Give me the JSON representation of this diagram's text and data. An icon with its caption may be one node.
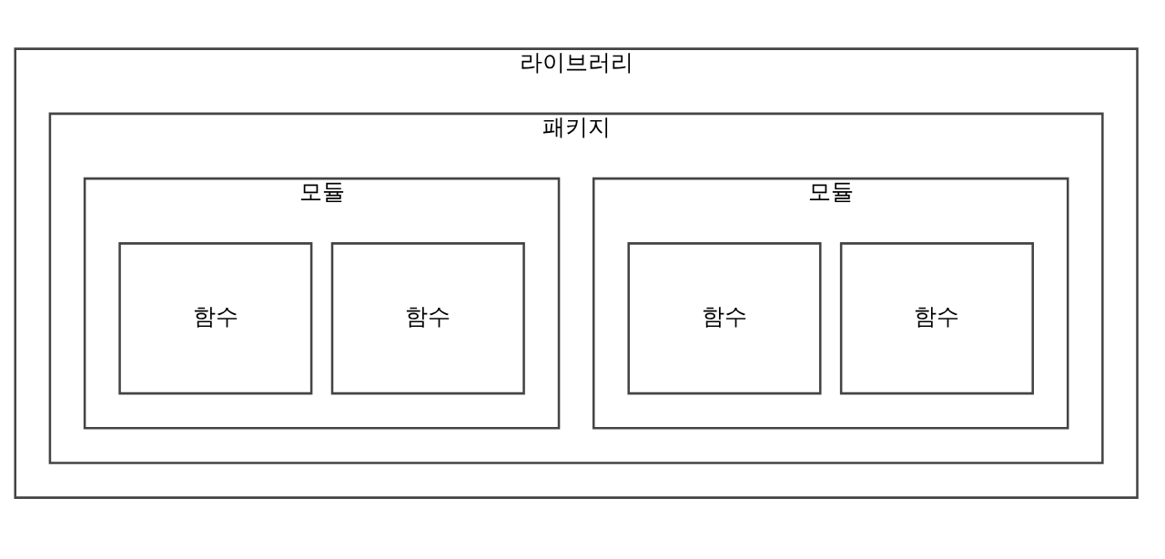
{
  "diagram": {
    "nodes": [
      {
        "text": [
          "라이브러리"
        ]
      },
      {
        "text": [
          "패키지"
        ],
        "in": 0
      },
      {
        "text": [
          "모듈"
        ],
        "in": 1
      },
      {
        "text": [
          "함수"
        ],
        "in": 2
      },
      {
        "text": [
          "함수"
        ],
        "in": 2
      },
      {
        "text": [
          "모듈"
        ],
        "in": 1
      },
      {
        "text": [
          "함수"
        ],
        "in": 5
      },
      {
        "text": [
          "함수"
        ],
        "in": 5
      }
    ]
  }
}
